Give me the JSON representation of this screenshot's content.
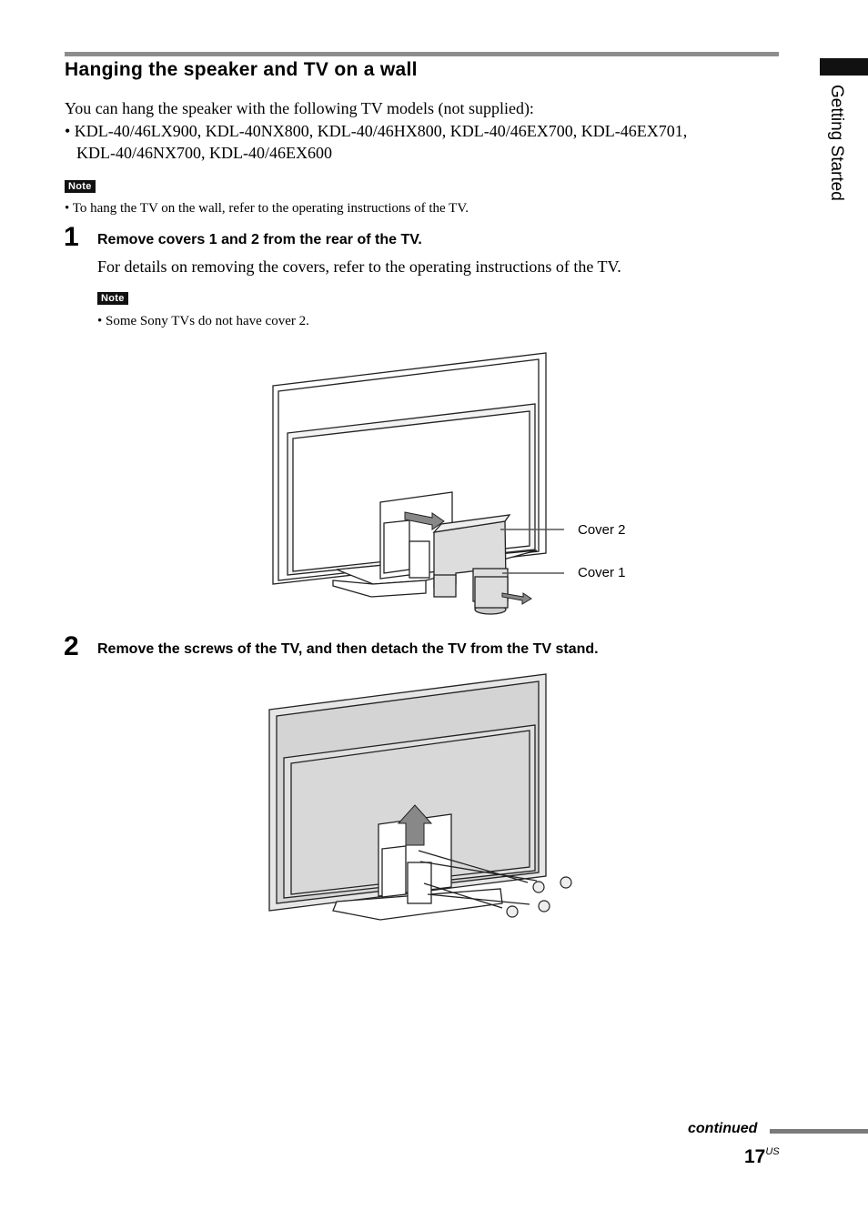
{
  "section": {
    "title": "Hanging the speaker and TV on a wall",
    "intro": "You can hang the speaker with the following TV models (not supplied):",
    "models_line1": "• KDL-40/46LX900, KDL-40NX800, KDL-40/46HX800, KDL-40/46EX700, KDL-46EX701,",
    "models_line2": "KDL-40/46NX700, KDL-40/46EX600"
  },
  "note1": {
    "badge": "Note",
    "text": "• To hang the TV on the wall, refer to the operating instructions of the TV."
  },
  "step1": {
    "number": "1",
    "title": "Remove covers 1 and 2 from the rear of the TV.",
    "body": "For details on removing the covers, refer to the operating instructions of the TV.",
    "note_badge": "Note",
    "note_text": "• Some Sony TVs do not have cover 2."
  },
  "figure1": {
    "callout_cover2": "Cover 2",
    "callout_cover1": "Cover 1"
  },
  "step2": {
    "number": "2",
    "title": "Remove the screws of the TV, and then detach the TV from the TV stand."
  },
  "side_tab": {
    "label": "Getting Started"
  },
  "footer": {
    "continued": "continued",
    "page_number": "17",
    "page_suffix": "US"
  }
}
